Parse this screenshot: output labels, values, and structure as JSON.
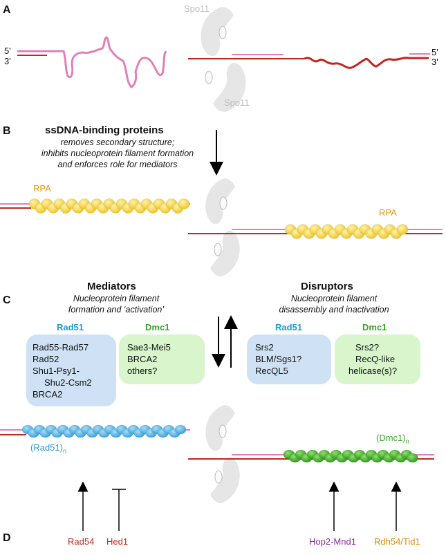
{
  "panels": {
    "a": "A",
    "b": "B",
    "c": "C",
    "d": "D"
  },
  "strand_labels": {
    "five_prime": "5'",
    "three_prime": "3'"
  },
  "spo11": {
    "top": "Spo11",
    "bottom": "Spo11"
  },
  "ssdna_binding": {
    "title": "ssDNA-binding proteins",
    "line1": "removes secondary structure;",
    "line2": "inhibits nucleoprotein filament formation",
    "line3": "and enforces role for mediators",
    "rpa_left": "RPA",
    "rpa_right": "RPA"
  },
  "mediators": {
    "title": "Mediators",
    "line1": "Nucleoprotein filament",
    "line2": "formation and ‘activation’",
    "rad51_header": "Rad51",
    "dmc1_header": "Dmc1",
    "rad51_items": [
      "Rad55-Rad57",
      "Rad52",
      "Shu1-Psy1-",
      "Shu2-Csm2",
      "BRCA2"
    ],
    "dmc1_items": [
      "Sae3-Mei5",
      "BRCA2",
      "others?"
    ]
  },
  "disruptors": {
    "title": "Disruptors",
    "line1": "Nucleoprotein filament",
    "line2": "disassembly and inactivation",
    "rad51_header": "Rad51",
    "dmc1_header": "Dmc1",
    "rad51_items": [
      "Srs2",
      "BLM/Sgs1?",
      "RecQL5"
    ],
    "dmc1_items": [
      "Srs2?",
      "RecQ-like",
      "helicase(s)?"
    ]
  },
  "filaments": {
    "rad51_label": "(Rad51)",
    "dmc1_label": "(Dmc1)",
    "subscript": "n"
  },
  "regulators": {
    "rad54": "Rad54",
    "hed1": "Hed1",
    "hop2": "Hop2-Mnd1",
    "rdh54": "Rdh54/Tid1"
  },
  "colors": {
    "dna_red": "#c0281e",
    "ssdna_pink": "#e27fb8",
    "rpa_yellow": "#f6d23c",
    "rad51_blue": "#5bb6e6",
    "dmc1_green": "#45b52a",
    "spo11_grey": "#e3e3e3",
    "rad51_header": "#1f9ad6",
    "dmc1_header": "#3aa52a",
    "hop2_purple": "#8a2aa8",
    "rdh54_orange": "#e08a00"
  }
}
